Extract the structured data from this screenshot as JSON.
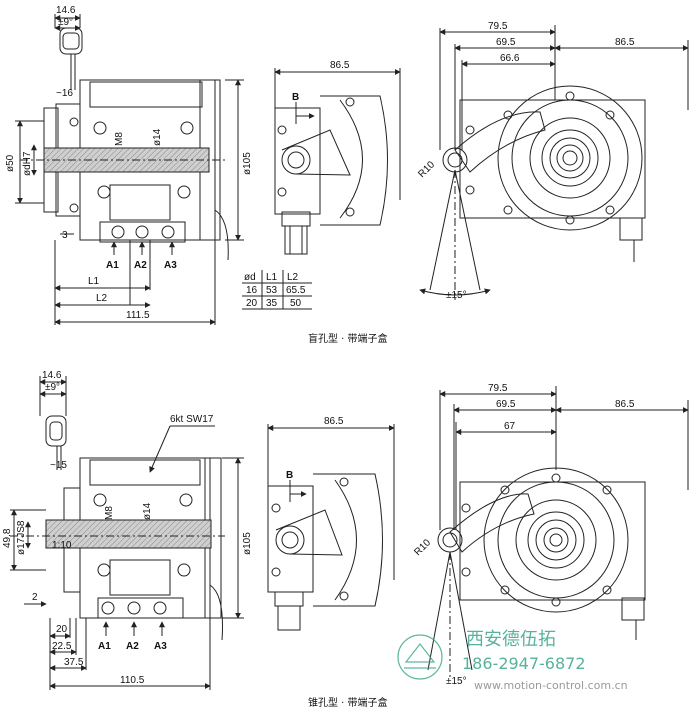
{
  "top": {
    "caption": "盲孔型 · 带端子盒",
    "left_view": {
      "dims": {
        "a": "14.6",
        "b": "±9°",
        "c": "~16",
        "d": "ø50",
        "e": "ødH7",
        "f": "M8",
        "g": "ø14",
        "h": "ø105",
        "i": "3",
        "j": "L1",
        "k": "L2",
        "l": "111.5"
      },
      "arrows": [
        "A1",
        "A2",
        "A3"
      ]
    },
    "mid_view": {
      "width": "86.5",
      "section": "B"
    },
    "table": {
      "headers": [
        "ød",
        "L1",
        "L2"
      ],
      "rows": [
        [
          "16",
          "53",
          "65.5"
        ],
        [
          "20",
          "35",
          "50"
        ]
      ]
    },
    "right_view": {
      "d1": "79.5",
      "d2": "69.5",
      "d3": "66.6",
      "d4": "86.5",
      "radius": "R10",
      "angle": "±15°"
    }
  },
  "bottom": {
    "caption": "锥孔型 · 带端子盒",
    "left_view": {
      "dims": {
        "a": "14.6",
        "b": "±9°",
        "c": "~15",
        "d": "49.8",
        "e": "ø17JS8",
        "f": "1:10",
        "g": "M8",
        "h": "ø14",
        "i": "ø105",
        "j": "6kt SW17",
        "k": "2",
        "l": "20",
        "m": "22.5",
        "n": "37.5",
        "o": "110.5"
      },
      "arrows": [
        "A1",
        "A2",
        "A3"
      ]
    },
    "mid_view": {
      "width": "86.5",
      "section": "B"
    },
    "right_view": {
      "d1": "79.5",
      "d2": "69.5",
      "d3": "67",
      "d4": "86.5",
      "radius": "R10",
      "angle": "±15°"
    }
  },
  "watermark": {
    "name": "西安德伍拓",
    "phone": "186-2947-6872",
    "url": "www.motion-control.com.cn"
  },
  "colors": {
    "line": "#222222",
    "section_fill": "#c9c9c9",
    "watermark_teal": "#3aa58a",
    "watermark_gray": "#9a9a9a"
  }
}
